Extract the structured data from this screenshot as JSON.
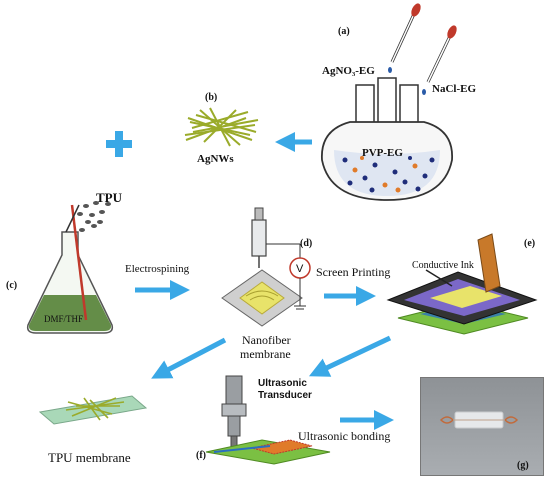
{
  "labels": {
    "agno3": "AgNO₃-EG",
    "nacl": "NaCl-EG",
    "pvp": "PVP-EG",
    "agnws": "AgNWs",
    "tpu": "TPU",
    "solvent": "DMF/THF",
    "electrospinning": "Electrospining",
    "nanofiber_line1": "Nanofiber",
    "nanofiber_line2": "membrane",
    "screen_printing": "Screen Printing",
    "conductive_ink": "Conductive Ink",
    "tpu_membrane": "TPU membrane",
    "ultrasonic_line1": "Ultrasonic",
    "ultrasonic_line2": "Transducer",
    "ultrasonic_bonding": "Ultrasonic  bonding",
    "voltage_symbol": "V"
  },
  "panels": {
    "a": "(a)",
    "b": "(b)",
    "c": "(c)",
    "d": "(d)",
    "e": "(e)",
    "f": "(f)",
    "g": "(g)"
  },
  "colors": {
    "arrow": "#3aa8e6",
    "nanowire": "#9aab2a",
    "flask_liquid": "#4a7a2a",
    "dropper_tip": "#c0392b",
    "substrate_green": "#7bc043",
    "screen_purple": "#7b68c8",
    "frame_dark": "#333333"
  }
}
